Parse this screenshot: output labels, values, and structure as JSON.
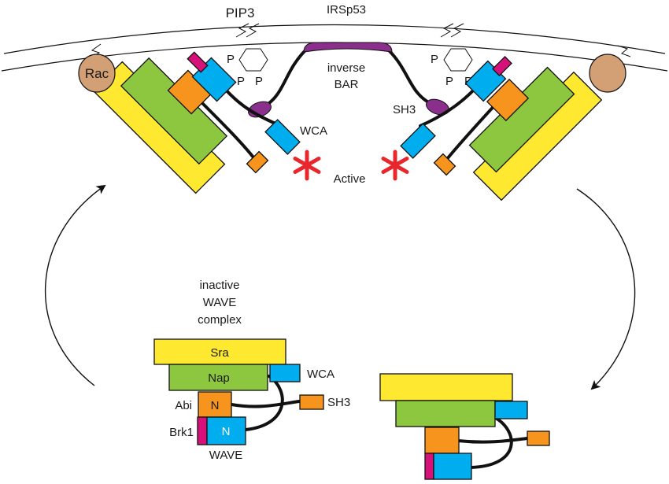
{
  "colors": {
    "sra": "#ffe930",
    "nap": "#8dc63f",
    "abi": "#f7941d",
    "wave": "#00aeef",
    "brk1": "#d6127a",
    "bar": "#8a2f8c",
    "rac": "#d2a074",
    "star": "#e8262b"
  },
  "labels": {
    "pip3": "PIP3",
    "irsp53": "IRSp53",
    "inverse": "inverse",
    "bar": "BAR",
    "rac": "Rac",
    "wca_top": "WCA",
    "sh3_top": "SH3",
    "active": "Active",
    "p": "P",
    "inactive": "inactive",
    "wave_word": "WAVE",
    "complex": "complex",
    "sra": "Sra",
    "nap": "Nap",
    "wca_bottom": "WCA",
    "abi": "Abi",
    "n": "N",
    "sh3_bottom": "SH3",
    "brk1": "Brk1",
    "wave_bottom": "WAVE"
  },
  "icons": {
    "active_marker": "red-asterisk-icon",
    "cycle_arrow": "curved-arrow-icon",
    "lipid": "zigzag-lipid-icon",
    "pip3_headgroup": "hexagon-icon"
  }
}
